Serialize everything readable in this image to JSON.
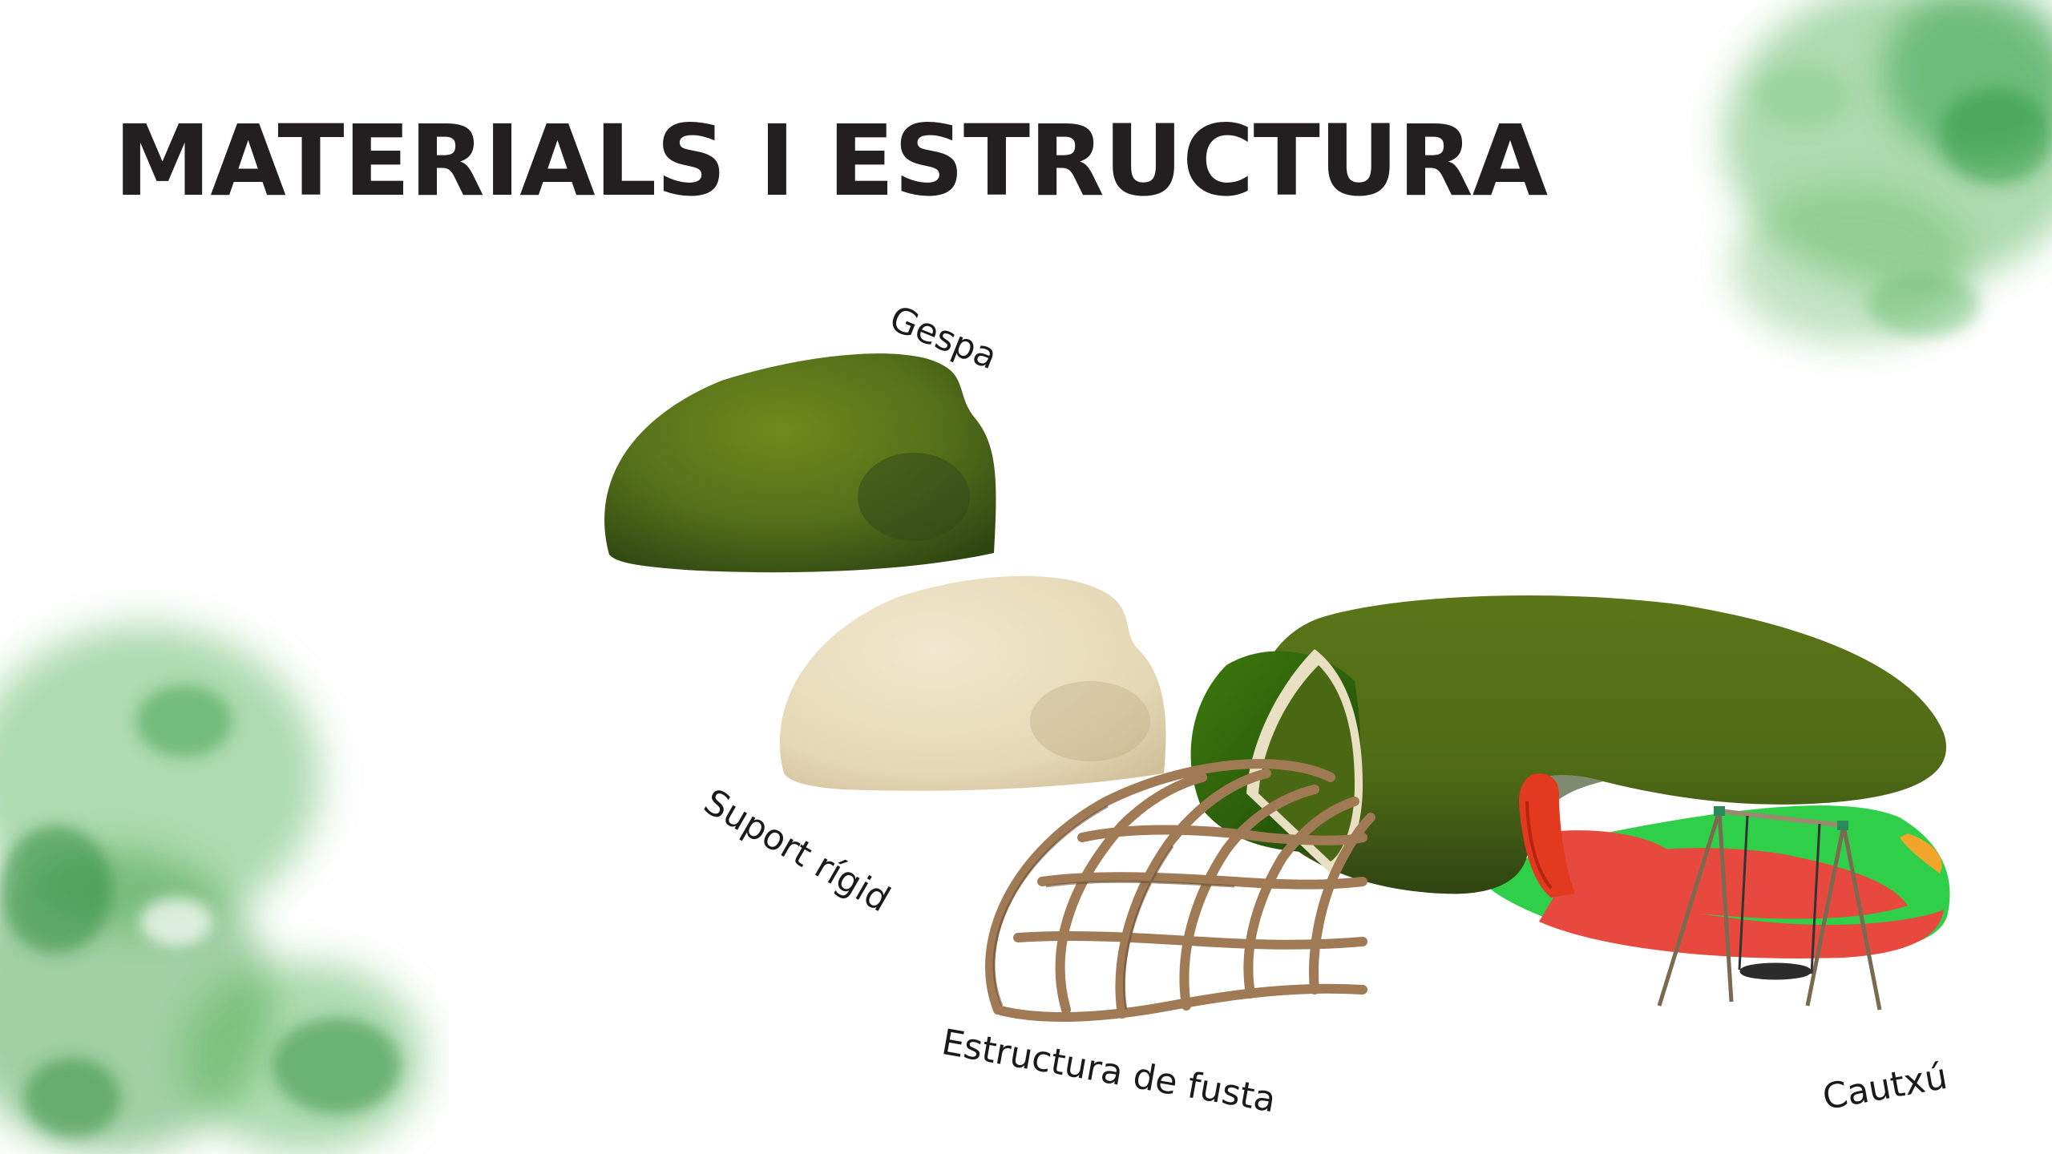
{
  "title": "MATERIALS I ESTRUCTURA",
  "labels": {
    "grass": "Gespa",
    "rigid_support": "Suport rígid",
    "wood_structure": "Estructura de fusta",
    "rubber": "Cautxú"
  },
  "colors": {
    "title": "#231f20",
    "watercolor": "#3fa34d",
    "grass": "#4f6d12",
    "support": "#e9dfc2",
    "wood": "#a07a55",
    "rubber_red": "#e8493f",
    "rubber_green": "#2fcf4a",
    "slide": "#e23a1e"
  },
  "icons": [
    "watercolor-wash",
    "grass-mound",
    "rigid-support-mound",
    "wooden-lattice",
    "slide",
    "swing"
  ]
}
